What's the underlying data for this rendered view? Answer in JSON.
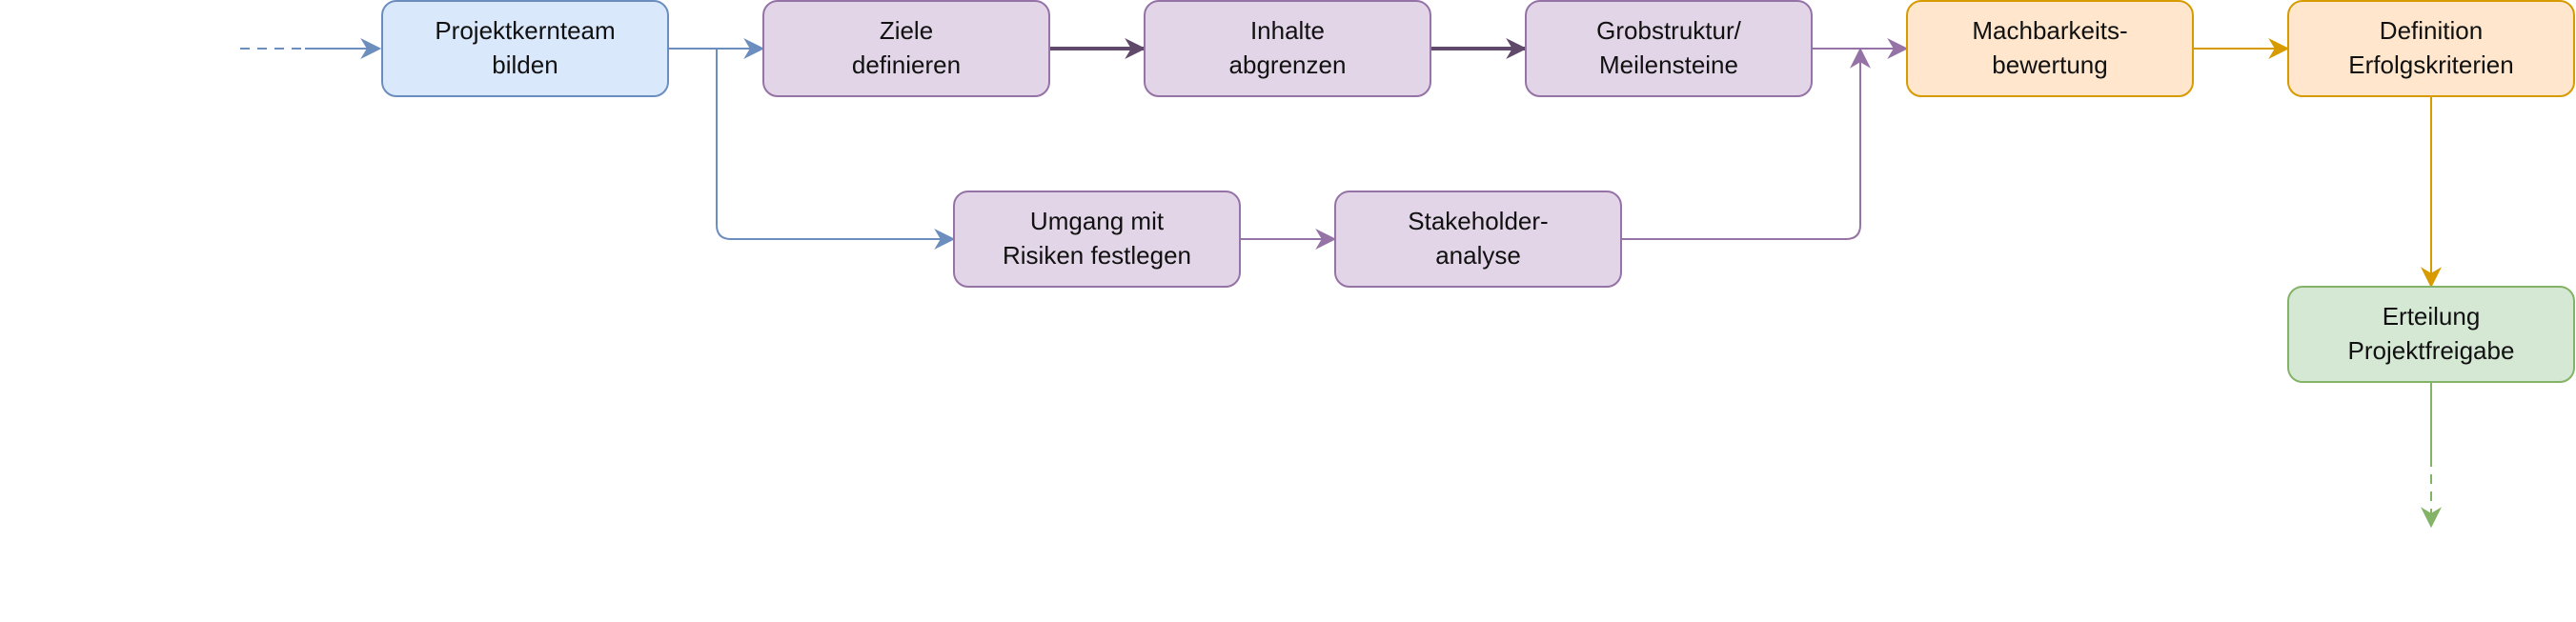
{
  "diagram": {
    "nodes": [
      {
        "id": "projektkernteam",
        "line1": "Projektkernteam",
        "line2": "bilden",
        "style": "blue"
      },
      {
        "id": "ziele",
        "line1": "Ziele",
        "line2": "definieren",
        "style": "purple"
      },
      {
        "id": "inhalte",
        "line1": "Inhalte",
        "line2": "abgrenzen",
        "style": "purple"
      },
      {
        "id": "grobstruktur",
        "line1": "Grobstruktur/",
        "line2": "Meilensteine",
        "style": "purple"
      },
      {
        "id": "machbarkeit",
        "line1": "Machbarkeits-",
        "line2": "bewertung",
        "style": "orange"
      },
      {
        "id": "definition",
        "line1": "Definition",
        "line2": "Erfolgskriterien",
        "style": "orange"
      },
      {
        "id": "risiken",
        "line1": "Umgang mit",
        "line2": "Risiken festlegen",
        "style": "purple"
      },
      {
        "id": "stakeholder",
        "line1": "Stakeholder-",
        "line2": "analyse",
        "style": "purple"
      },
      {
        "id": "freigabe",
        "line1": "Erteilung",
        "line2": "Projektfreigabe",
        "style": "green"
      }
    ],
    "colors": {
      "blue_fill": "#dae8fc",
      "blue_stroke": "#6c8ebf",
      "purple_fill": "#e1d5e7",
      "purple_stroke": "#9673a6",
      "orange_fill": "#ffe6cc",
      "orange_stroke": "#d79b00",
      "green_fill": "#d5e8d4",
      "green_stroke": "#82b366",
      "dark_arrow": "#60496b"
    }
  }
}
